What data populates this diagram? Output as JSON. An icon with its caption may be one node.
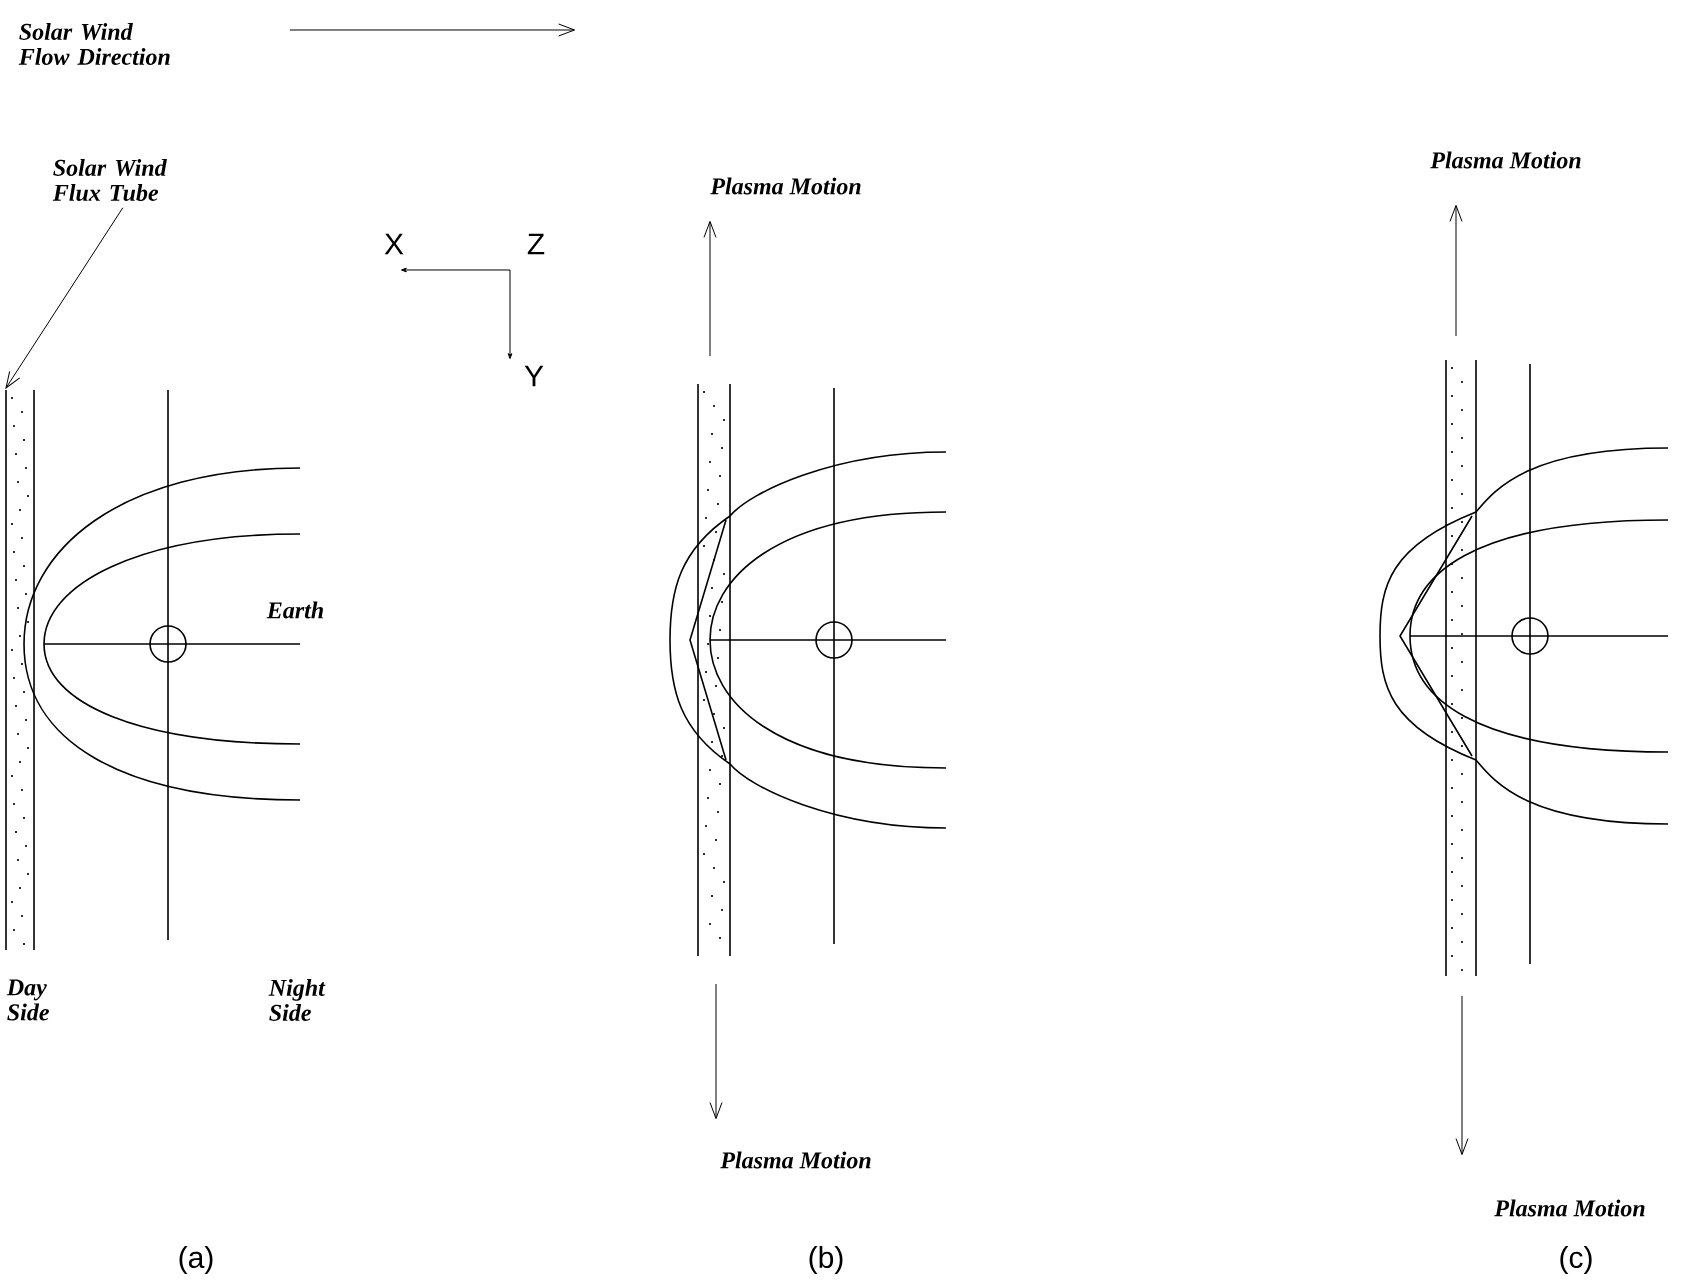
{
  "diagram": {
    "nodes": [
      {
        "text": [
          "Solar Wind Flux Tube"
        ]
      },
      {
        "text": [],
        "shape": "bar"
      }
    ],
    "edges": [
      {
        "from": 0,
        "to": 1,
        "arrow": "to"
      }
    ],
    "labels": [
      "Solar Wind Flow Direction",
      "X",
      "Z",
      "Y",
      "Plasma Motion",
      "Plasma Motion",
      "Earth",
      "Day Side",
      "Night Side",
      "Plasma Motion",
      "Plasma Motion",
      "(a)",
      "(b)",
      "(c)"
    ]
  }
}
